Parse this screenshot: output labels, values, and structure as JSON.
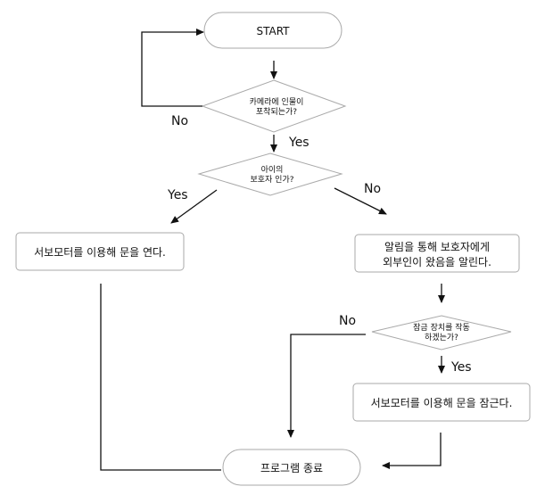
{
  "nodes": {
    "start": "START",
    "camera_check": [
      "카메라에 인물이",
      "포착되는가?"
    ],
    "guardian_check": [
      "아이의",
      "보호자 인가?"
    ],
    "open_door": "서보모터를 이용해 문을 연다.",
    "notify_guardian": [
      "알림을 통해 보호자에게",
      "외부인이 왔음을 알린다."
    ],
    "lock_check": [
      "잠금 장치를 작동",
      "하겠는가?"
    ],
    "lock_door": "서보모터를 이용해 문을 잠근다.",
    "end": "프로그램 종료"
  },
  "edge_labels": {
    "camera_no": "No",
    "camera_yes": "Yes",
    "guardian_yes": "Yes",
    "guardian_no": "No",
    "lock_no": "No",
    "lock_yes": "Yes"
  }
}
